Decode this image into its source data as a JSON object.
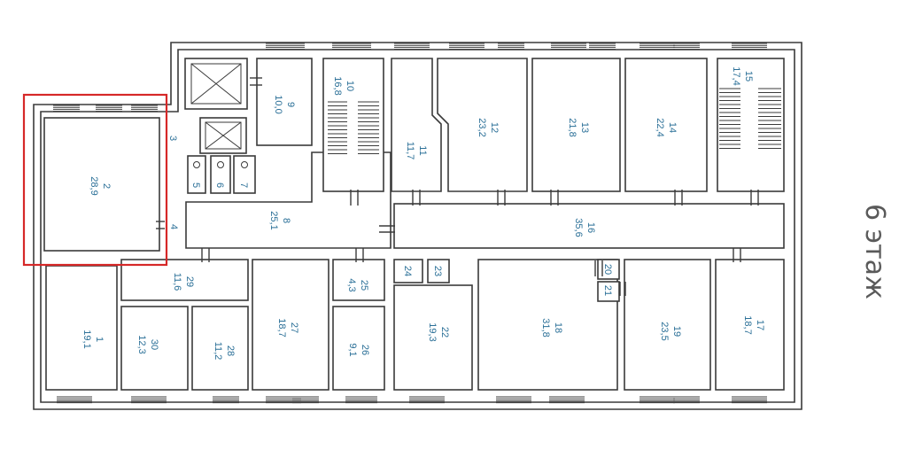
{
  "floor_label": "6 этаж",
  "highlight_color": "#d62828",
  "label_color": "#2a6f97",
  "rooms": [
    {
      "id": "r1",
      "number": "1",
      "area": "19,1"
    },
    {
      "id": "r2",
      "number": "2",
      "area": "28,9"
    },
    {
      "id": "r3",
      "number": "3",
      "area": ""
    },
    {
      "id": "r4",
      "number": "4",
      "area": ""
    },
    {
      "id": "r5",
      "number": "5",
      "area": ""
    },
    {
      "id": "r6",
      "number": "6",
      "area": ""
    },
    {
      "id": "r7",
      "number": "7",
      "area": ""
    },
    {
      "id": "r8",
      "number": "8",
      "area": "25,1"
    },
    {
      "id": "r9",
      "number": "9",
      "area": "10,0"
    },
    {
      "id": "r10",
      "number": "10",
      "area": "16,8"
    },
    {
      "id": "r11",
      "number": "11",
      "area": "11,7"
    },
    {
      "id": "r12",
      "number": "12",
      "area": "23,2"
    },
    {
      "id": "r13",
      "number": "13",
      "area": "21,8"
    },
    {
      "id": "r14",
      "number": "14",
      "area": "22,4"
    },
    {
      "id": "r15",
      "number": "15",
      "area": "17,4"
    },
    {
      "id": "r16",
      "number": "16",
      "area": "35,6"
    },
    {
      "id": "r17",
      "number": "17",
      "area": "18,7"
    },
    {
      "id": "r18",
      "number": "18",
      "area": "31,8"
    },
    {
      "id": "r19",
      "number": "19",
      "area": "23,5"
    },
    {
      "id": "r20",
      "number": "20",
      "area": ""
    },
    {
      "id": "r21",
      "number": "21",
      "area": ""
    },
    {
      "id": "r22",
      "number": "22",
      "area": "19,3"
    },
    {
      "id": "r23",
      "number": "23",
      "area": ""
    },
    {
      "id": "r24",
      "number": "24",
      "area": ""
    },
    {
      "id": "r25",
      "number": "25",
      "area": "4,3"
    },
    {
      "id": "r26",
      "number": "26",
      "area": "9,1"
    },
    {
      "id": "r27",
      "number": "27",
      "area": "18,7"
    },
    {
      "id": "r28",
      "number": "28",
      "area": "11,2"
    },
    {
      "id": "r29",
      "number": "29",
      "area": "11,6"
    },
    {
      "id": "r30",
      "number": "30",
      "area": "12,3"
    }
  ]
}
